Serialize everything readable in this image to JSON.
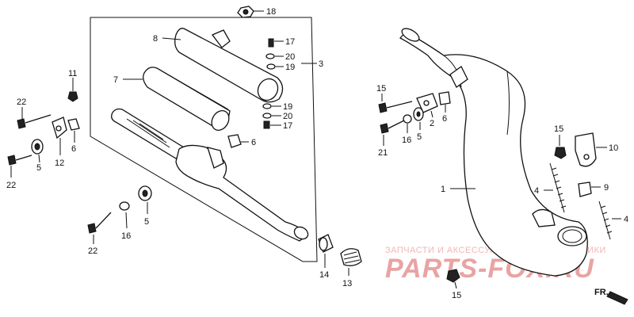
{
  "labels": {
    "l18": "18",
    "l8": "8",
    "l17a": "17",
    "l20a": "20",
    "l19a": "19",
    "l3": "3",
    "l7": "7",
    "l19b": "19",
    "l20b": "20",
    "l17b": "17",
    "l6a": "6",
    "l11": "11",
    "l22a": "22",
    "l6b": "6",
    "l5a": "5",
    "l12": "12",
    "l22b": "22",
    "l5b": "5",
    "l16a": "16",
    "l22c": "22",
    "l14": "14",
    "l13": "13",
    "l15a": "15",
    "l2": "2",
    "l6c": "6",
    "l16b": "16",
    "l5c": "5",
    "l21": "21",
    "l1": "1",
    "l15b": "15",
    "l10": "10",
    "l9": "9",
    "l4a": "4",
    "l4b": "4",
    "l15c": "15"
  },
  "watermark": {
    "tagline": "ЗАПЧАСТИ И АКСЕССУАРЫ ДЛЯ МОТОТЕХНИКИ",
    "brand": "PARTS-FOX.RU"
  },
  "direction_label": "FR."
}
